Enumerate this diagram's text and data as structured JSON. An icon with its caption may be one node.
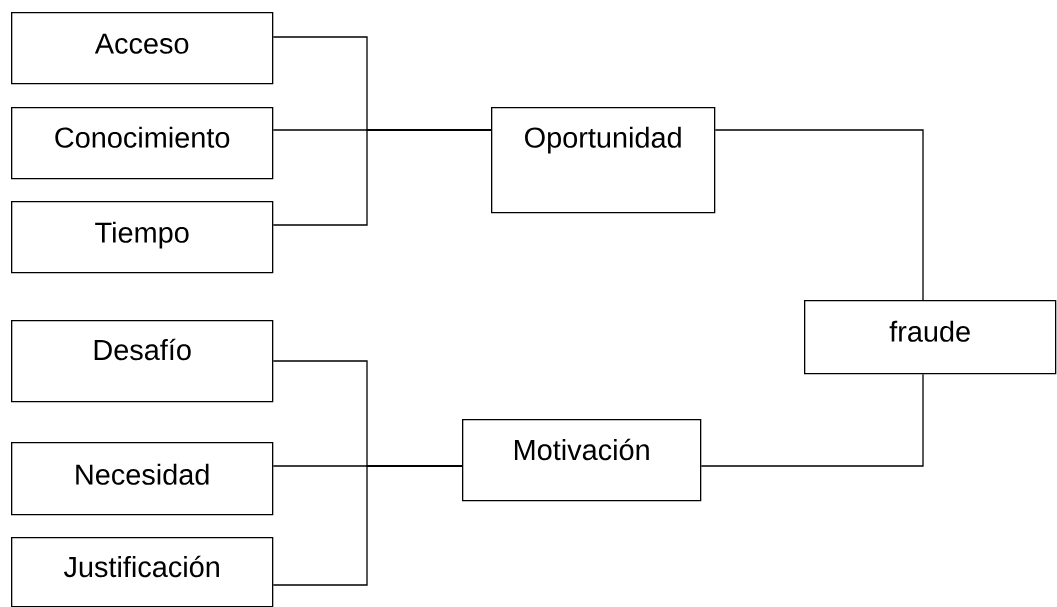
{
  "diagram": {
    "nodes": [
      {
        "text": [
          "Acceso"
        ]
      },
      {
        "text": [
          "Conocimiento"
        ]
      },
      {
        "text": [
          "Tiempo"
        ]
      },
      {
        "text": [
          "Oportunidad"
        ]
      },
      {
        "text": [
          "fraude"
        ]
      },
      {
        "text": [
          "Desafío"
        ]
      },
      {
        "text": [
          "Necesidad"
        ]
      },
      {
        "text": [
          "Justificación"
        ]
      },
      {
        "text": [
          "Motivación"
        ]
      }
    ],
    "edges": [
      {
        "from": 0,
        "to": 3,
        "arrow": "none"
      },
      {
        "from": 1,
        "to": 3,
        "arrow": "none"
      },
      {
        "from": 2,
        "to": 3,
        "arrow": "none"
      },
      {
        "from": 3,
        "to": 4,
        "arrow": "none"
      },
      {
        "from": 5,
        "to": 8,
        "arrow": "none"
      },
      {
        "from": 6,
        "to": 8,
        "arrow": "none"
      },
      {
        "from": 7,
        "to": 8,
        "arrow": "none"
      },
      {
        "from": 8,
        "to": 4,
        "arrow": "none"
      }
    ]
  }
}
